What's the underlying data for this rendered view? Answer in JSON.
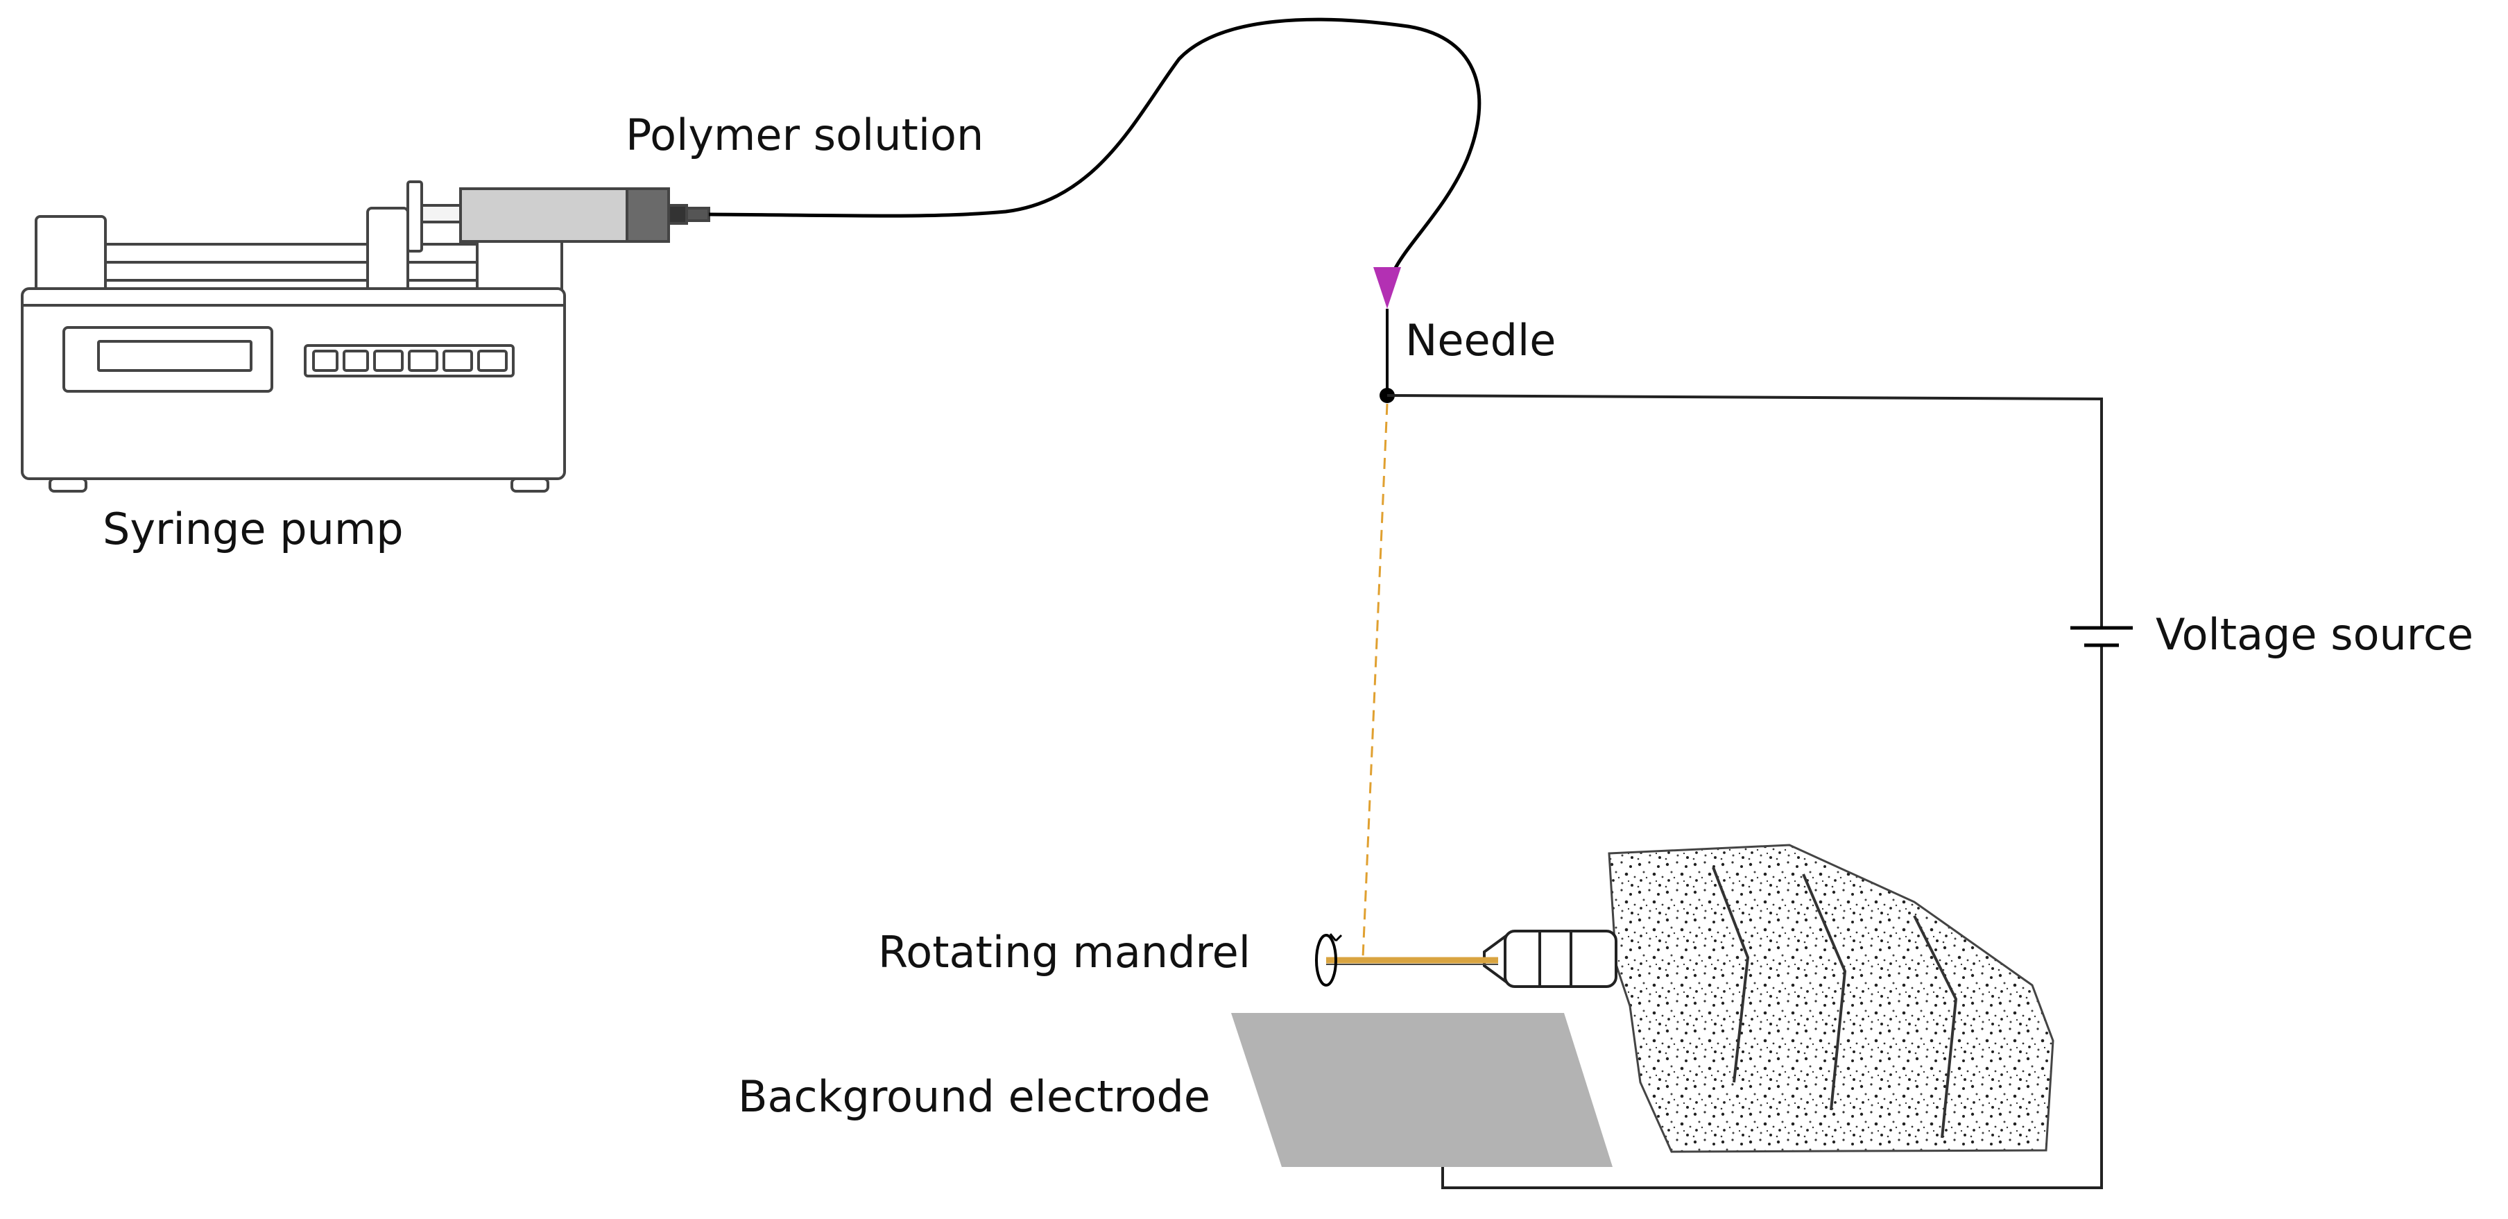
{
  "labels": {
    "polymer_solution": "Polymer solution",
    "syringe_pump": "Syringe pump",
    "needle": "Needle",
    "voltage_source": "Voltage source",
    "rotating_mandrel": "Rotating mandrel",
    "background_electrode": "Background electrode"
  },
  "colors": {
    "needle_tip": "#b330b3",
    "jet": "#e0a030",
    "mandrel": "#d9a441",
    "electrode": "#b3b3b3",
    "wire": "#222222"
  }
}
